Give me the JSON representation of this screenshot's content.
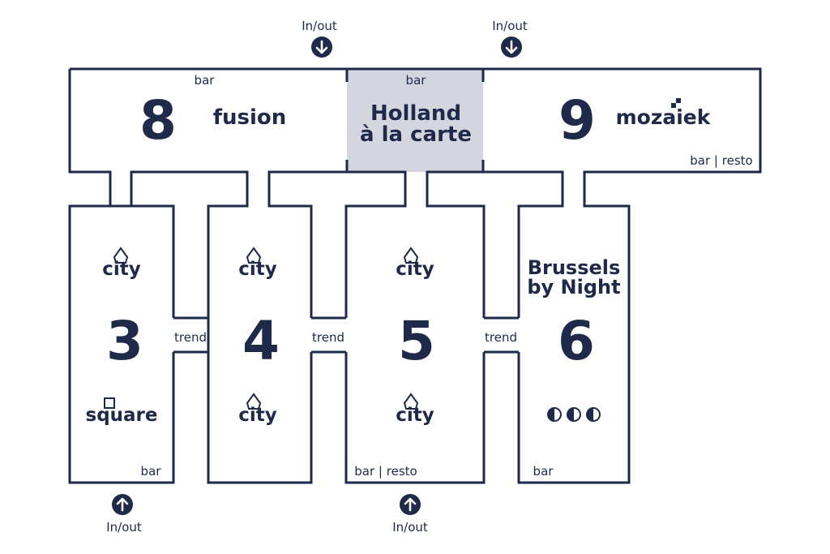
{
  "colors": {
    "ink": "#1f2a4a",
    "highlight": "#d4d6df",
    "background": "#ffffff"
  },
  "entrances": {
    "top_left": "In/out",
    "top_right": "In/out",
    "bottom_left": "In/out",
    "bottom_center": "In/out"
  },
  "halls": {
    "h8": {
      "number": "8",
      "brand": "fusion",
      "note": "bar"
    },
    "holland": {
      "brand_line1": "Holland",
      "brand_line2": "à la carte",
      "note": "bar"
    },
    "h9": {
      "number": "9",
      "brand": "mozaiek",
      "note": "bar | resto"
    },
    "h3": {
      "number": "3",
      "brand_top": "city",
      "brand_bottom": "square",
      "note": "bar"
    },
    "h4": {
      "number": "4",
      "brand_top": "city",
      "brand_bottom": "city"
    },
    "h5": {
      "number": "5",
      "brand_top": "city",
      "brand_bottom": "city",
      "note": "bar | resto"
    },
    "h6": {
      "number": "6",
      "brand_line1": "Brussels",
      "brand_line2": "by Night",
      "dots_icon": "three-half-circles-icon",
      "note": "bar"
    }
  },
  "connectors": {
    "c34": "trend",
    "c45": "trend",
    "c56": "trend"
  }
}
